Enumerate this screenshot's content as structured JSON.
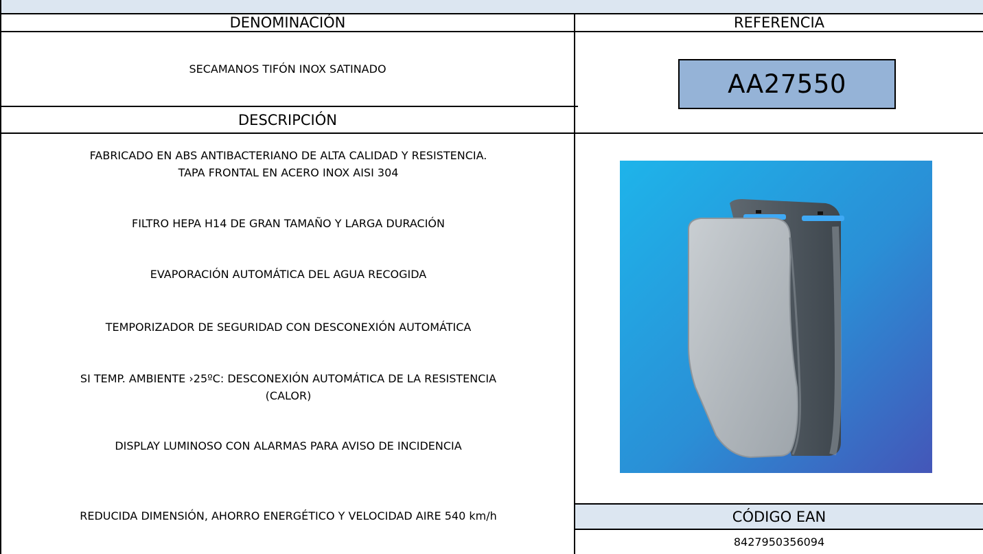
{
  "headers": {
    "denominacion": "DENOMINACIÓN",
    "referencia": "REFERENCIA",
    "descripcion": "DESCRIPCIÓN",
    "codigo_ean": "CÓDIGO EAN"
  },
  "product": {
    "name": "SECAMANOS TIFÓN INOX SATINADO",
    "reference": "AA27550",
    "ean": "8427950356094"
  },
  "description": [
    "FABRICADO EN ABS ANTIBACTERIANO DE ALTA CALIDAD Y RESISTENCIA.",
    "TAPA FRONTAL EN ACERO INOX AISI 304",
    "FILTRO HEPA H14 DE GRAN TAMAÑO Y LARGA DURACIÓN",
    "EVAPORACIÓN AUTOMÁTICA DEL AGUA RECOGIDA",
    "TEMPORIZADOR DE SEGURIDAD CON DESCONEXIÓN AUTOMÁTICA",
    "SI TEMP. AMBIENTE ›25ºC: DESCONEXIÓN AUTOMÁTICA DE LA RESISTENCIA",
    "(CALOR)",
    "DISPLAY LUMINOSO CON ALARMAS PARA AVISO DE INCIDENCIA",
    "REDUCIDA DIMENSIÓN, AHORRO ENERGÉTICO Y VELOCIDAD AIRE 540 km/h"
  ],
  "colors": {
    "header_band": "#dce6f1",
    "reference_box": "#95b3d7",
    "image_background": "#2aa7e4"
  },
  "icons": {
    "product_image": "hand-dryer-image"
  }
}
